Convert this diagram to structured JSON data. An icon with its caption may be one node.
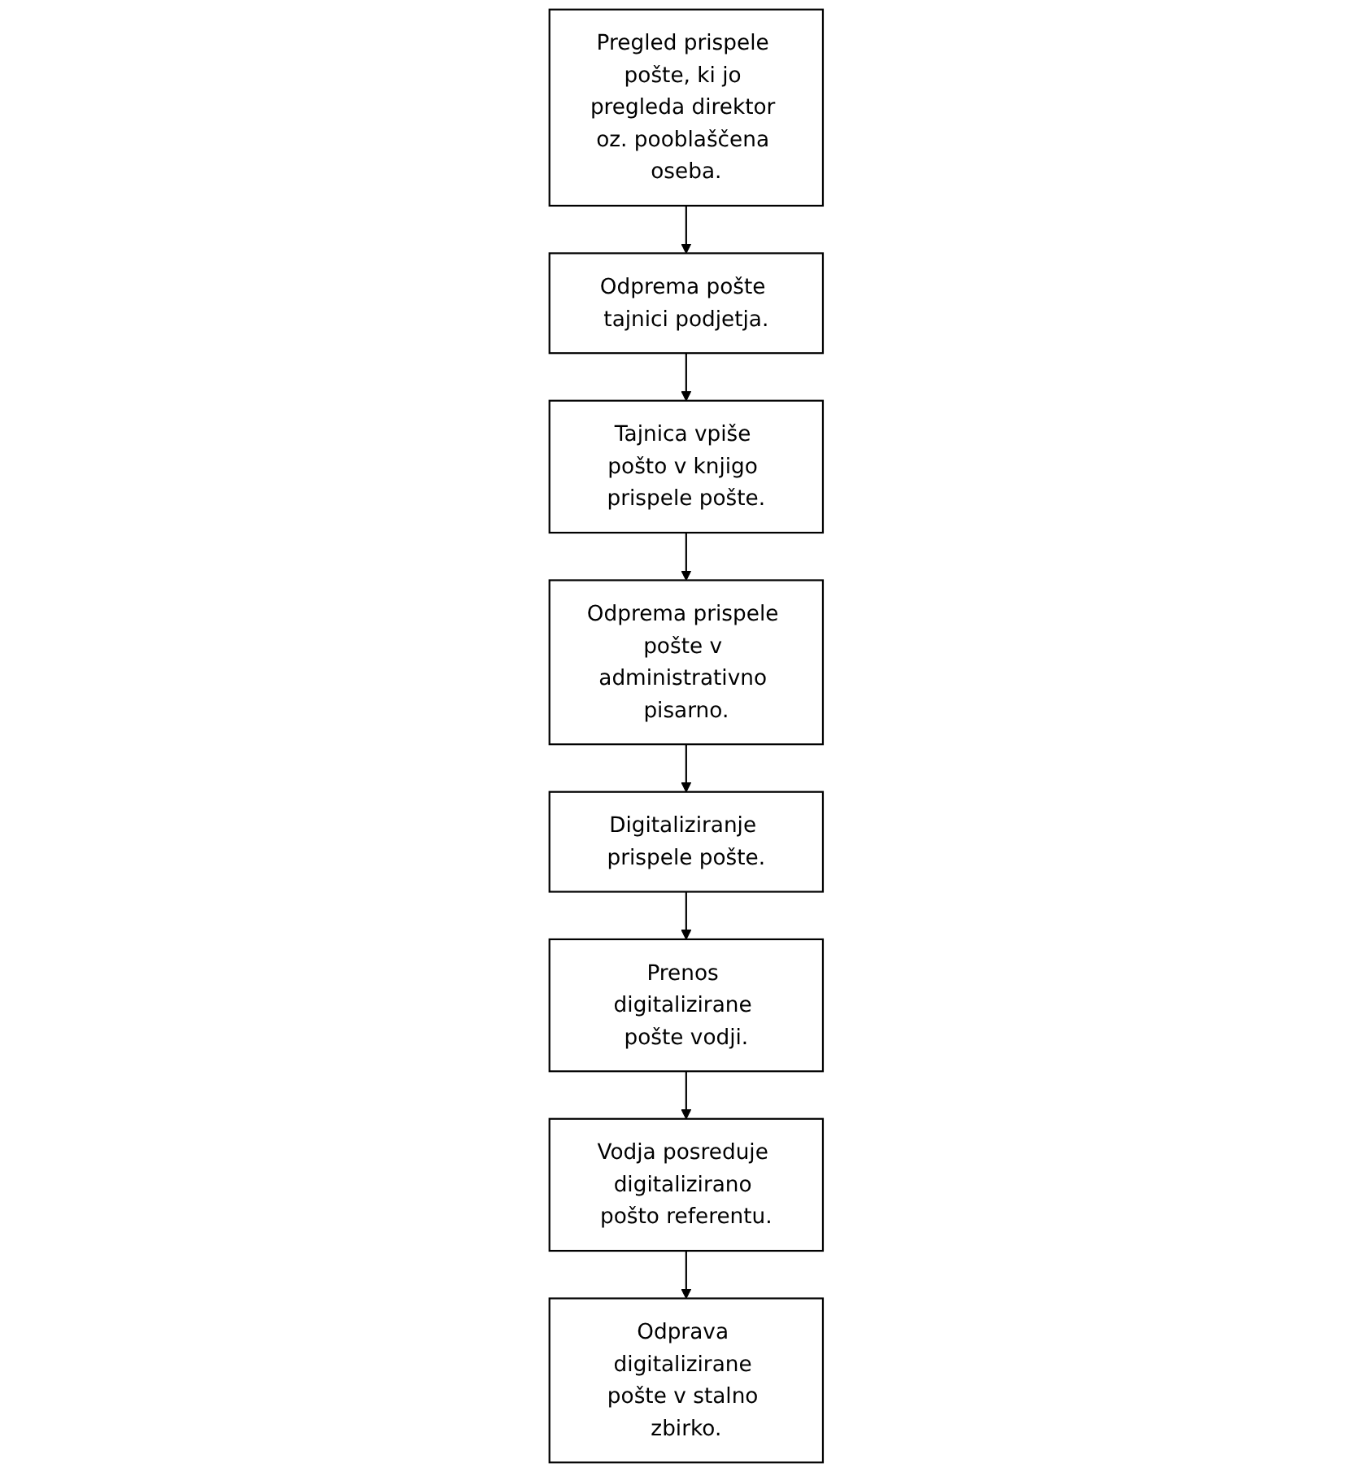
{
  "diagram": {
    "nodes": [
      {
        "text": [
          "Pregled prispele pošte, ki jo pregleda direktor oz. pooblaščena oseba."
        ]
      },
      {
        "text": [
          "Odprema pošte tajnici podjetja."
        ]
      },
      {
        "text": [
          "Tajnica vpiše pošto v knjigo prispele pošte."
        ]
      },
      {
        "text": [
          "Odprema prispele pošte v administrativno pisarno."
        ]
      },
      {
        "text": [
          "Digitaliziranje prispele pošte."
        ]
      },
      {
        "text": [
          "Prenos digitalizirane pošte vodji."
        ]
      },
      {
        "text": [
          "Vodja posreduje digitalizirano pošto referentu."
        ]
      },
      {
        "text": [
          "Odprava digitalizirane pošte v stalno zbirko."
        ]
      }
    ],
    "edges": [
      {
        "from": 0,
        "to": 1,
        "arrow": "to"
      },
      {
        "from": 1,
        "to": 2,
        "arrow": "to"
      },
      {
        "from": 2,
        "to": 3,
        "arrow": "to"
      },
      {
        "from": 3,
        "to": 4,
        "arrow": "to"
      },
      {
        "from": 4,
        "to": 5,
        "arrow": "to"
      },
      {
        "from": 5,
        "to": 6,
        "arrow": "to"
      },
      {
        "from": 6,
        "to": 7,
        "arrow": "to"
      }
    ]
  }
}
